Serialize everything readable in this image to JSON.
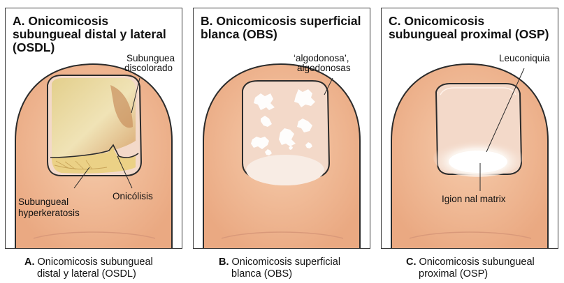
{
  "panels": [
    {
      "letter": "A.",
      "title": "A. Onicomicosis subungueal distal y lateral (OSDL)",
      "labels": {
        "top_right_1": "Subunguea",
        "top_right_2": "discolorado",
        "bottom_left_1": "Subungueal",
        "bottom_left_2": "hyperkeratosis",
        "bottom_right": "Onicólisis"
      },
      "caption_letter": "A.",
      "caption_line1": "Onicomicosis subungueal",
      "caption_line2": "distal y lateral (OSDL)"
    },
    {
      "letter": "B.",
      "title": "B. Onicomicosis superficial blanca (OBS)",
      "labels": {
        "top_right_1": "‘algodonosa’,",
        "top_right_2": "algodonosas"
      },
      "caption_letter": "B.",
      "caption_line1": "Onicomicosis superficial",
      "caption_line2": "blanca (OBS)"
    },
    {
      "letter": "C.",
      "title": "C. Onicomicosis subungueal proximal (OSP)",
      "labels": {
        "top_right": "Leuconiquia",
        "bottom": "Igion nal matrix"
      },
      "caption_letter": "C.",
      "caption_line1": "Onicomicosis subungueal",
      "caption_line2": "proximal (OSP)"
    }
  ],
  "colors": {
    "skin": "#f3c19e",
    "skin_shadow": "#e7a982",
    "nail": "#f5ddd0",
    "outline": "#2b2b2b"
  }
}
